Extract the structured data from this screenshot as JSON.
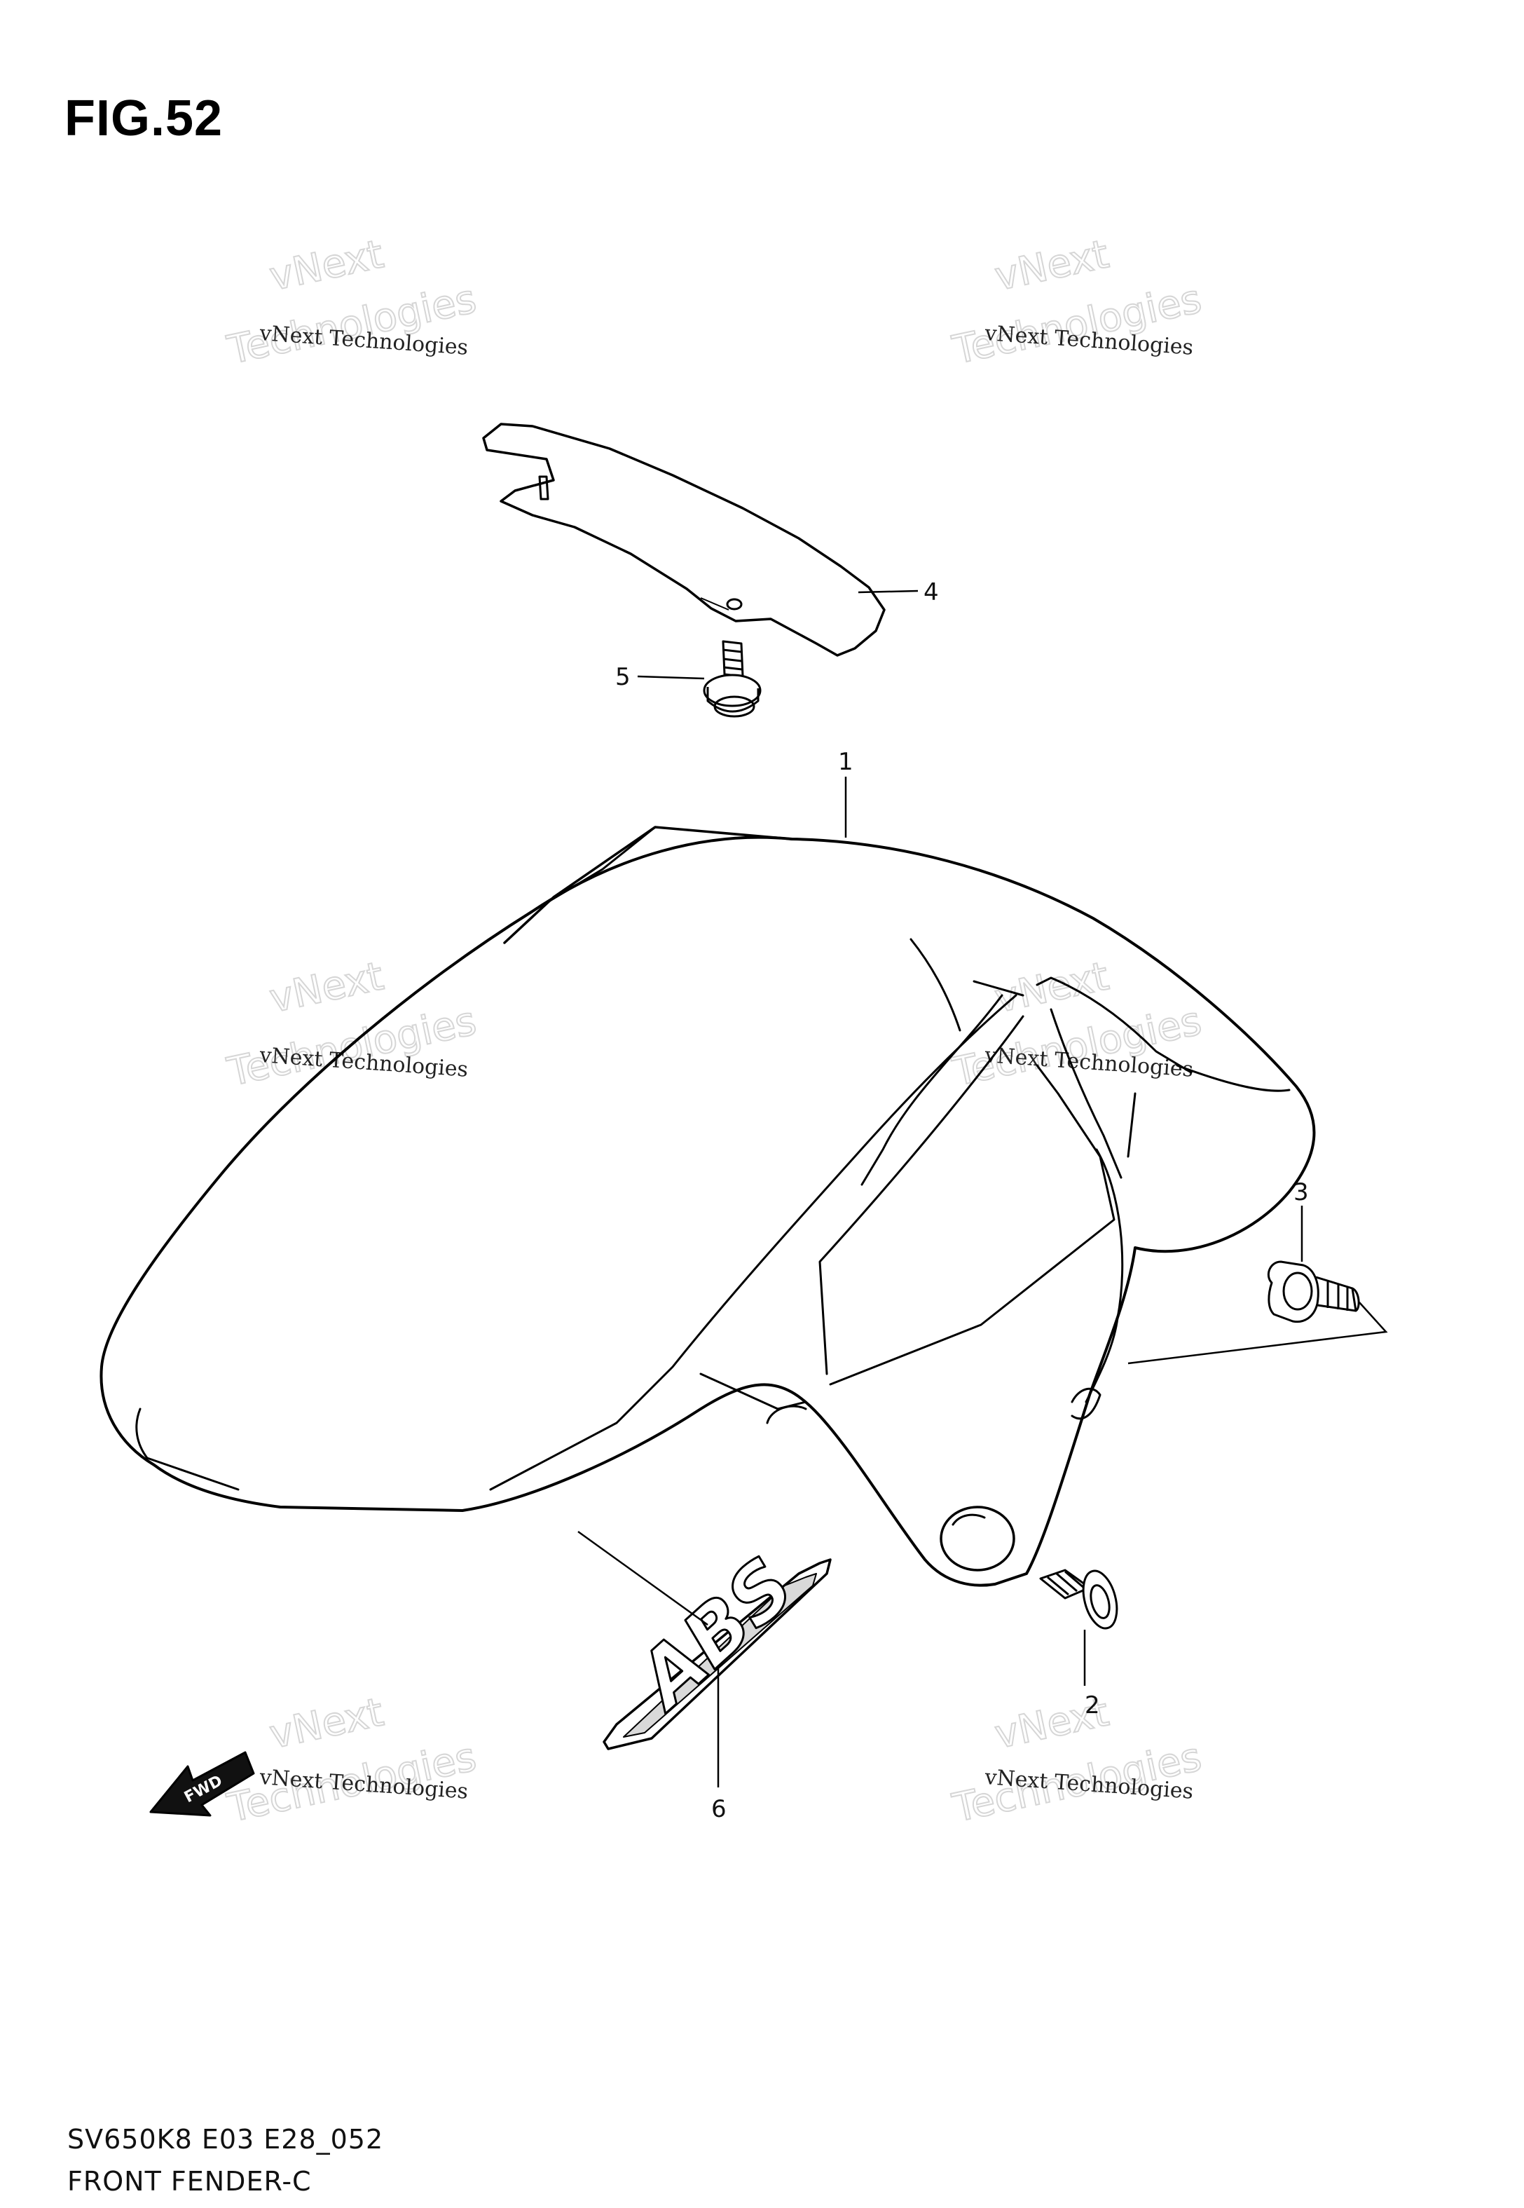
{
  "figure": {
    "title": "FIG.52"
  },
  "footer": {
    "model_code": "SV650K8 E03 E28_052",
    "part_name": "FRONT FENDER-C"
  },
  "callouts": {
    "c1": "1",
    "c2": "2",
    "c3": "3",
    "c4": "4",
    "c5": "5",
    "c6": "6"
  },
  "emblem": {
    "text": "ABS"
  },
  "direction": {
    "text": "FWD"
  },
  "watermark": {
    "line1": "vNext Technologies",
    "line_top": "vNext",
    "line_bottom": "Technologies"
  }
}
